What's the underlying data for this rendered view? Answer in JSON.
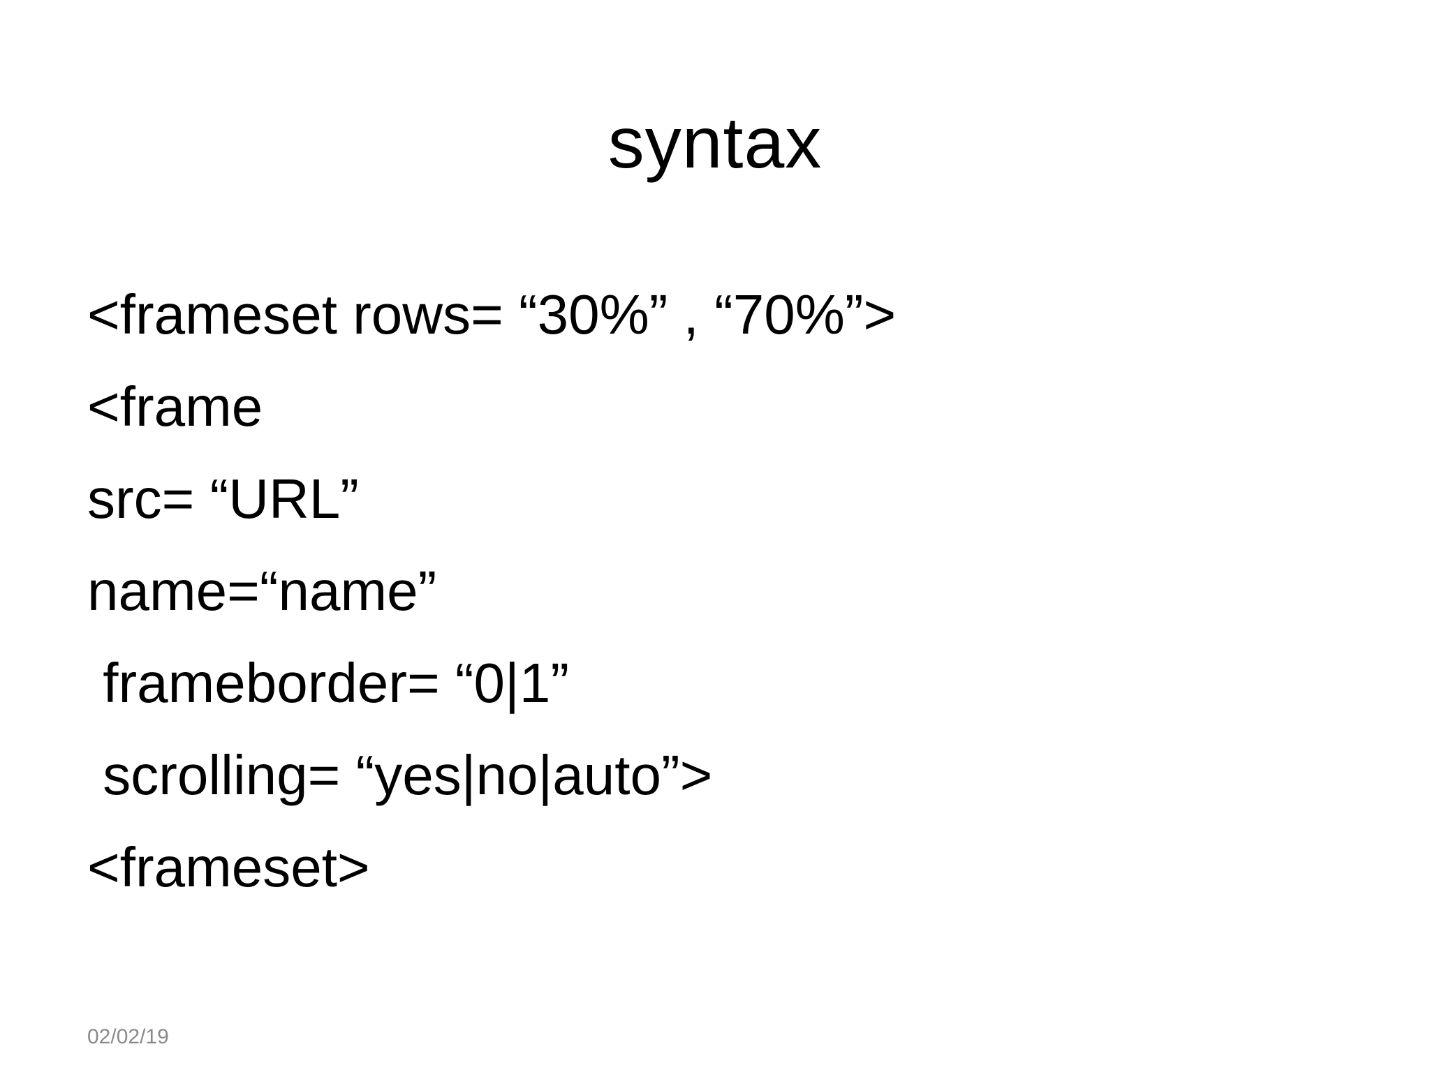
{
  "slide": {
    "title": "syntax",
    "lines": [
      "<frameset rows= “30%” , “70%”>",
      "<frame",
      "src= “URL”",
      "name=“name”",
      " frameborder= “0|1”",
      " scrolling= “yes|no|auto”>",
      "<frameset>"
    ],
    "date": "02/02/19"
  },
  "colors": {
    "background": "#ffffff",
    "text": "#000000",
    "footer_text": "#8a8a8a"
  }
}
